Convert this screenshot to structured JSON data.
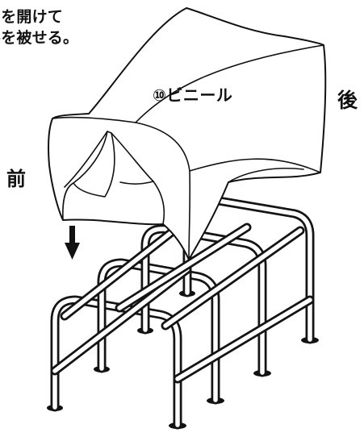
{
  "header": {
    "instruction_line_1": "ーを開けて",
    "instruction_line_2": "ルを被せる。"
  },
  "labels": {
    "part": "⑩ビニール",
    "rear": "後",
    "front": "前"
  },
  "colors": {
    "ink": "#111111",
    "background": "#ffffff"
  },
  "icons": {
    "arrow": "down-arrow-icon"
  }
}
